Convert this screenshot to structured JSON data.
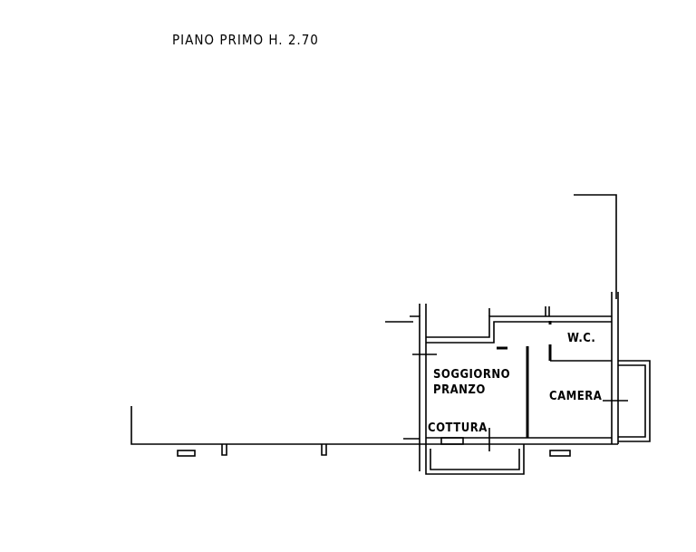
{
  "title": "PIANO PRIMO   H. 2.70",
  "rooms": {
    "wc": "W.C.",
    "soggiorno": "SOGGIORNO",
    "pranzo": "PRANZO",
    "camera": "CAMERA",
    "cottura": "COTTURA"
  }
}
